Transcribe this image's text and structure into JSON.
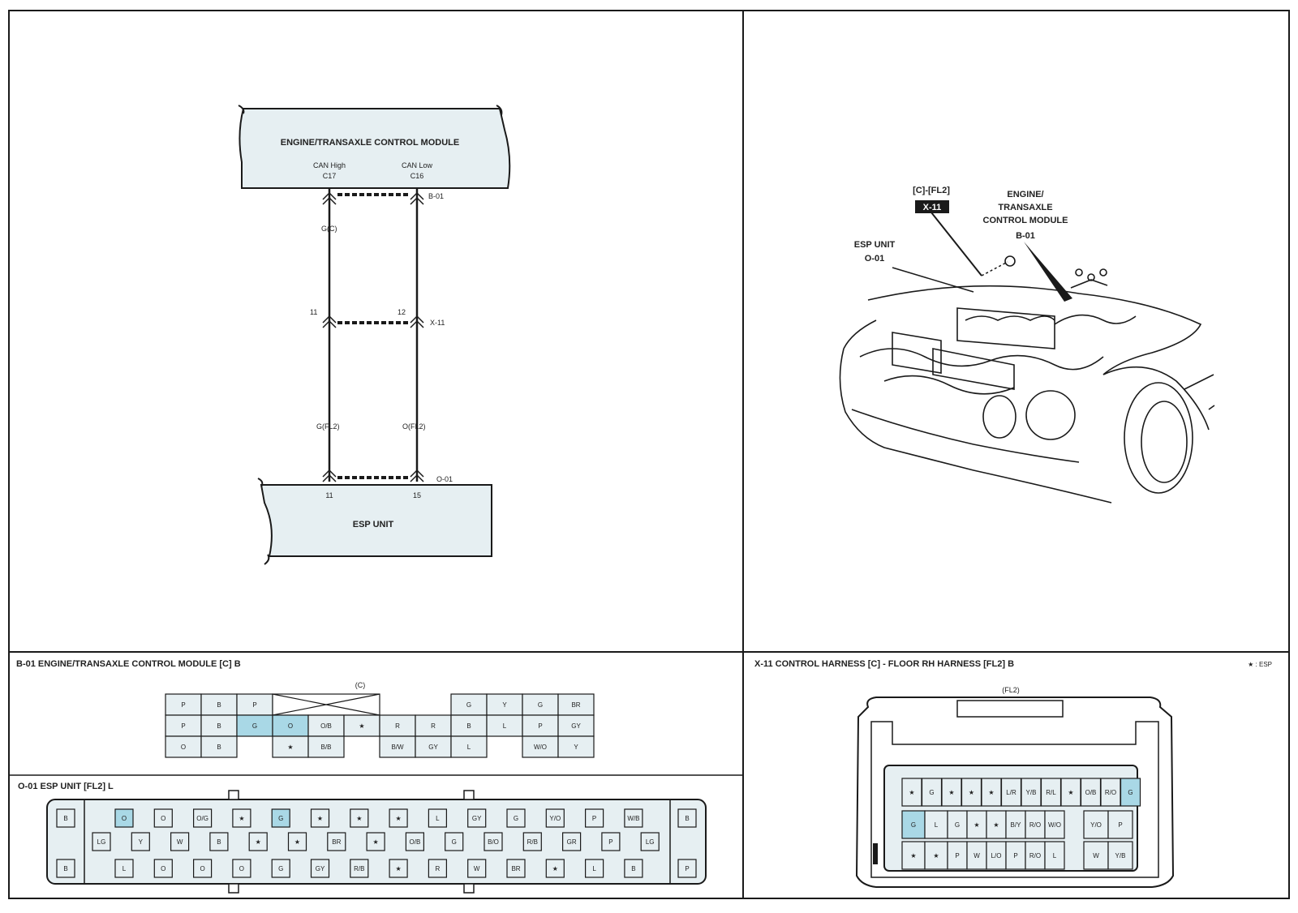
{
  "schematic": {
    "module_title": "ENGINE/TRANSAXLE CONTROL MODULE",
    "can_high_label": "CAN High",
    "can_high_pin": "C17",
    "can_low_label": "CAN Low",
    "can_low_pin": "C16",
    "module_connector": "B-01",
    "wire_top_left": "G(C)",
    "junction_pin_left": "11",
    "junction_pin_right": "12",
    "junction_connector": "X-11",
    "wire_bottom_left": "G(FL2)",
    "wire_bottom_right": "O(FL2)",
    "esp_connector": "O-01",
    "esp_pin_left": "11",
    "esp_pin_right": "15",
    "esp_title": "ESP UNIT"
  },
  "location": {
    "harness_label": "[C]-[FL2]",
    "harness_connector": "X-11",
    "ecm_line1": "ENGINE/",
    "ecm_line2": "TRANSAXLE",
    "ecm_line3": "CONTROL MODULE",
    "ecm_connector": "B-01",
    "esp_line1": "ESP UNIT",
    "esp_connector": "O-01"
  },
  "connector_b01": {
    "title": "B-01 ENGINE/TRANSAXLE CONTROL MODULE [C] B",
    "key_label": "(C)",
    "row1": [
      "P",
      "B",
      "P",
      "",
      "",
      "",
      "G",
      "Y",
      "G",
      "BR"
    ],
    "row2": [
      "P",
      "B",
      "G",
      "O",
      "O/B",
      "★",
      "R",
      "R",
      "B",
      "L",
      "P",
      "GY"
    ],
    "row3": [
      "O",
      "B",
      "",
      "★",
      "B/B",
      "",
      "B/W",
      "GY",
      "L",
      "",
      "W/O",
      "Y"
    ]
  },
  "connector_o01": {
    "title": "O-01 ESP UNIT [FL2] L",
    "row1": [
      "B",
      "O",
      "O",
      "O/G",
      "★",
      "G",
      "★",
      "★",
      "★",
      "L",
      "GY",
      "G",
      "Y/O",
      "P",
      "W/B",
      "B"
    ],
    "row2": [
      "LG",
      "Y",
      "W",
      "B",
      "★",
      "★",
      "BR",
      "★",
      "O/B",
      "G",
      "B/O",
      "R/B",
      "GR",
      "P",
      "LG"
    ],
    "row3": [
      "B",
      "L",
      "O",
      "O",
      "O",
      "G",
      "GY",
      "R/B",
      "★",
      "R",
      "W",
      "BR",
      "★",
      "L",
      "B",
      "P"
    ]
  },
  "connector_x11": {
    "title": "X-11 CONTROL HARNESS [C] - FLOOR RH HARNESS [FL2] B",
    "note": "★ : ESP",
    "key_label": "(FL2)",
    "row1": [
      "★",
      "G",
      "★",
      "★",
      "★",
      "L/R",
      "Y/B",
      "R/L",
      "★",
      "O/B",
      "R/O",
      "G"
    ],
    "row2": [
      "G",
      "L",
      "G",
      "★",
      "★",
      "B/Y",
      "R/O",
      "W/O",
      "Y/O",
      "P"
    ],
    "row3": [
      "★",
      "★",
      "P",
      "W",
      "L/O",
      "P",
      "R/O",
      "L",
      "W",
      "Y/B"
    ]
  },
  "colors": {
    "module_fill": "#e6eff2",
    "highlight": "#a9d8e6",
    "line": "#1a1a1a"
  }
}
